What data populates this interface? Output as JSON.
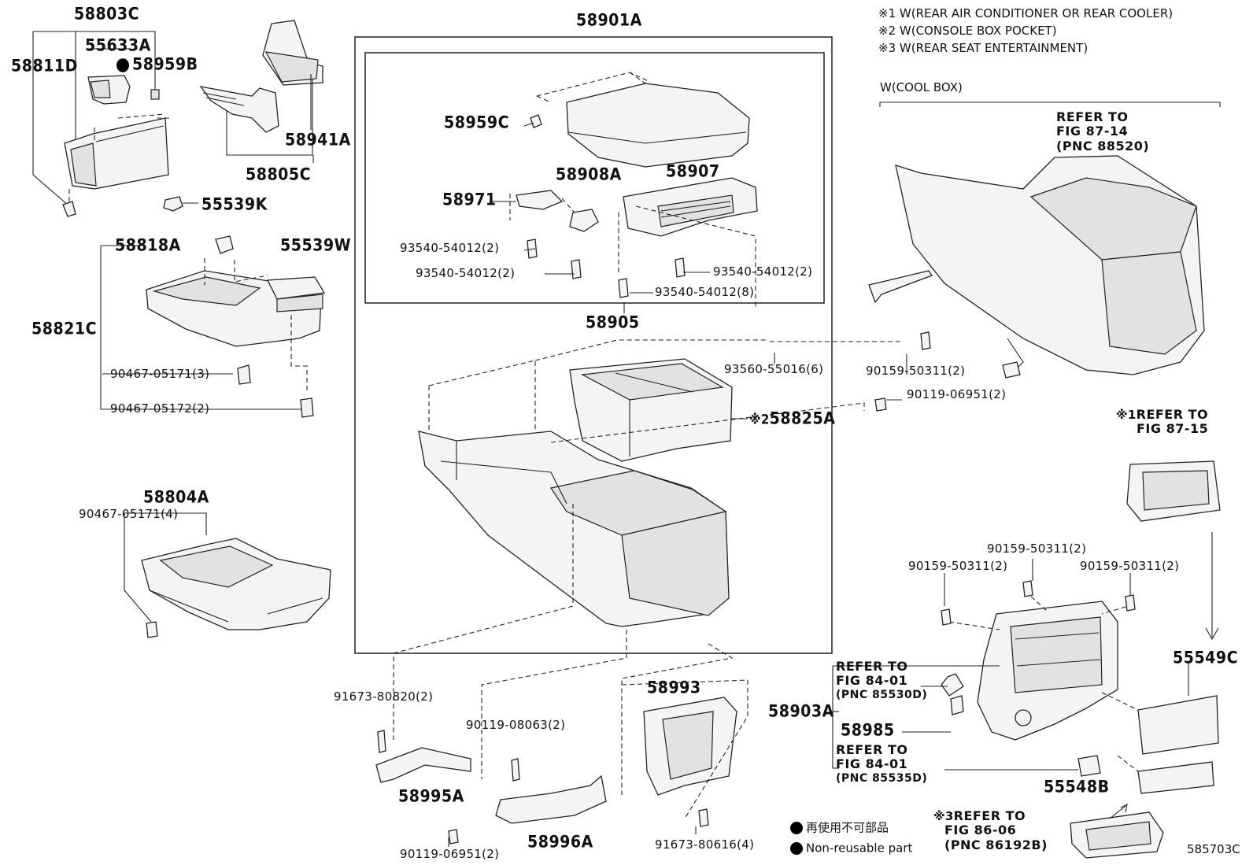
{
  "labels": {
    "p58803C": "58803C",
    "p55633A": "55633A",
    "p58959B": "58959B",
    "p58811D": "58811D",
    "p58941A": "58941A",
    "p58805C": "58805C",
    "p55539K": "55539K",
    "p58818A": "58818A",
    "p55539W": "55539W",
    "p58821C": "58821C",
    "b90467_05171_3": "90467-05171(3)",
    "b90467_05172_2": "90467-05172(2)",
    "p58804A": "58804A",
    "b90467_05171_4": "90467-05171(4)",
    "p58901A": "58901A",
    "p58959C": "58959C",
    "p58908A": "58908A",
    "p58907": "58907",
    "p58971": "58971",
    "b93540_a": "93540-54012(2)",
    "b93540_b": "93540-54012(2)",
    "b93540_c": "93540-54012(2)",
    "b93540_8": "93540-54012(8)",
    "p58905": "58905",
    "b93560": "93560-55016(6)",
    "p58825A": "58825A",
    "b91673_80820": "91673-80820(2)",
    "b90119_08063": "90119-08063(2)",
    "p58993": "58993",
    "p58995A": "58995A",
    "b90119_06951_bottom": "90119-06951(2)",
    "p58996A": "58996A",
    "b91673_80616": "91673-80616(4)",
    "b90159_top": "90159-50311(2)",
    "b90119_06951_right": "90119-06951(2)",
    "b90159_a": "90159-50311(2)",
    "b90159_b": "90159-50311(2)",
    "b90159_c": "90159-50311(2)",
    "p55549C": "55549C",
    "p58903A": "58903A",
    "p58985": "58985",
    "p55548B": "55548B",
    "fig_code": "585703C"
  },
  "marks": {
    "m1": "※1",
    "m2": "※2",
    "m3": "※3"
  },
  "notes": {
    "n1": "※1 W(REAR AIR CONDITIONER OR REAR COOLER)",
    "n2": "※2 W(CONSOLE BOX POCKET)",
    "n3": "※3 W(REAR SEAT ENTERTAINMENT)",
    "cool_box": "W(COOL BOX)"
  },
  "refs": {
    "r1": {
      "line1": "REFER TO",
      "line2": "FIG 87-14",
      "line3": "(PNC 88520)"
    },
    "r2": {
      "line1": "REFER TO",
      "line2": "FIG 87-15"
    },
    "r3": {
      "line1": "REFER TO",
      "line2": "FIG 84-01",
      "line3": "(PNC 85530D)"
    },
    "r4": {
      "line1": "REFER TO",
      "line2": "FIG 84-01",
      "line3": "(PNC 85535D)"
    },
    "r5": {
      "line1": "REFER TO",
      "line2": "FIG 86-06",
      "line3": "(PNC 86192B)"
    }
  },
  "legend": {
    "jp": "再使用不可部品",
    "en": "Non-reusable part"
  }
}
